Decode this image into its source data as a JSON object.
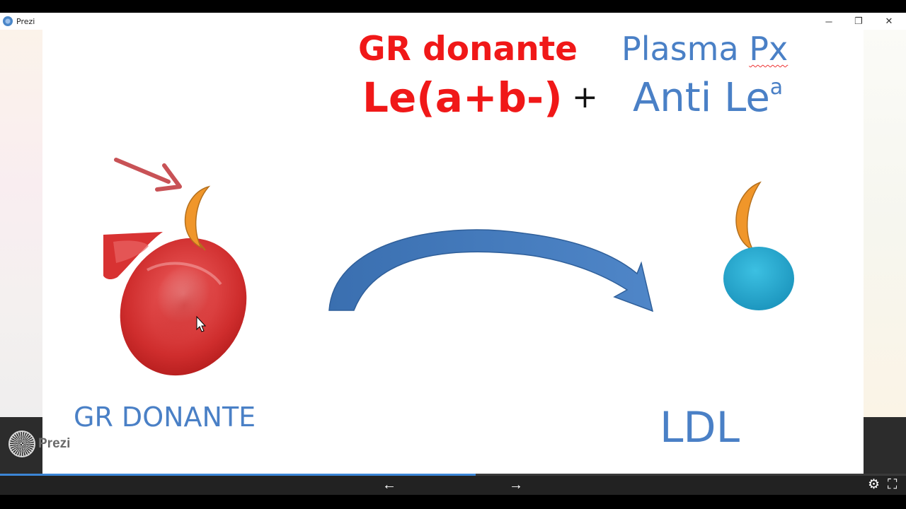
{
  "window": {
    "title": "Prezi",
    "minimize": "─",
    "restore": "❐",
    "close": "✕"
  },
  "slide": {
    "heading_left_line1": "GR donante",
    "heading_left_line2": "Le(a+b-)",
    "plus": "+",
    "heading_right_line1_a": "Plasma ",
    "heading_right_line1_b": "Px",
    "heading_right_line2": "Anti Le",
    "heading_right_sup": "a",
    "label_left": "GR DONANTE",
    "label_right": "LDL"
  },
  "branding": {
    "logo_text": "Prezi"
  },
  "player": {
    "progress_percent": 52.5,
    "prev_icon": "←",
    "next_icon": "→",
    "settings_icon": "⚙",
    "fullscreen_icon": "⛶"
  },
  "colors": {
    "accent_red": "#f01818",
    "accent_blue": "#4a80c6",
    "arrow_blue": "#3d74b6",
    "antigen_orange": "#f0962a",
    "ldl_cyan": "#2aa6cb",
    "progress_blue": "#3c86d6"
  }
}
